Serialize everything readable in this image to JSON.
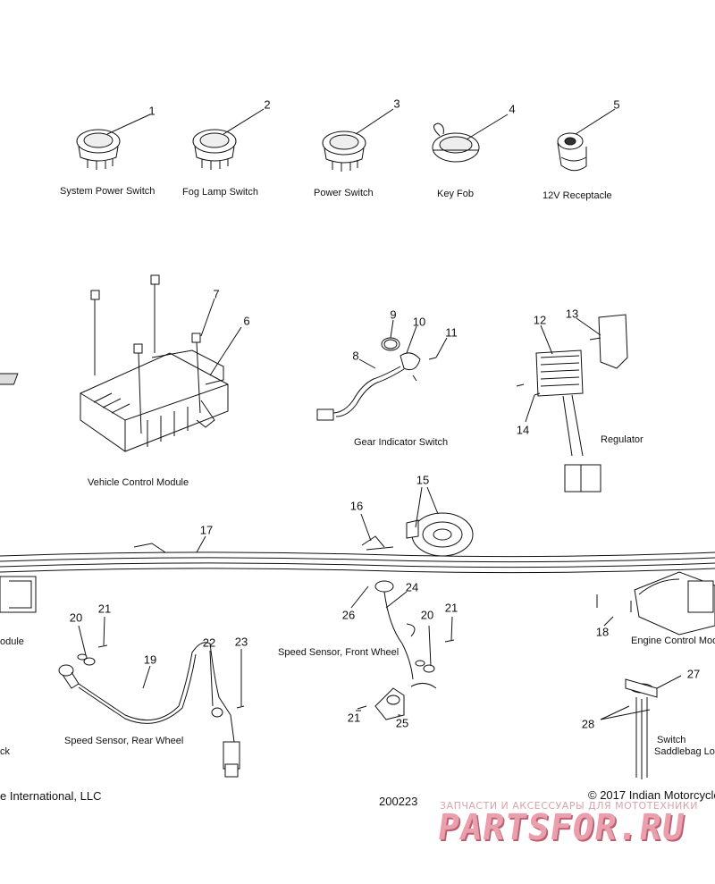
{
  "labels": {
    "system_power_switch": "System Power Switch",
    "fog_lamp_switch": "Fog Lamp Switch",
    "power_switch": "Power Switch",
    "key_fob": "Key Fob",
    "receptacle_12v": "12V Receptacle",
    "vehicle_control_module": "Vehicle Control Module",
    "gear_indicator_switch": "Gear Indicator Switch",
    "regulator": "Regulator",
    "module_partial": "odule",
    "speed_sensor_rear": "Speed Sensor, Rear Wheel",
    "speed_sensor_front": "Speed Sensor, Front Wheel",
    "engine_control_module": "Engine Control Mod",
    "switch": "Switch",
    "saddlebag_lock": "Saddlebag Lo",
    "lock_partial": "ck"
  },
  "callouts": {
    "n1": "1",
    "n2": "2",
    "n3": "3",
    "n4": "4",
    "n5": "5",
    "n6": "6",
    "n7": "7",
    "n8": "8",
    "n9": "9",
    "n10": "10",
    "n11": "11",
    "n12": "12",
    "n13": "13",
    "n14": "14",
    "n15": "15",
    "n16": "16",
    "n17": "17",
    "n18": "18",
    "n19": "19",
    "n20a": "20",
    "n20b": "20",
    "n21a": "21",
    "n21b": "21",
    "n21c": "21",
    "n22": "22",
    "n23": "23",
    "n24": "24",
    "n25": "25",
    "n26": "26",
    "n27": "27",
    "n28": "28"
  },
  "footer": {
    "copyright_left": "e International, LLC",
    "diagram_id": "200223",
    "copyright_right": "© 2017 Indian Motorcycle"
  },
  "watermark": {
    "tagline": "ЗАПЧАСТИ И АКСЕССУАРЫ ДЛЯ МОТОТЕХНИКИ",
    "brand": "PARTSFOR.RU",
    "color": "#e8a0ad"
  }
}
